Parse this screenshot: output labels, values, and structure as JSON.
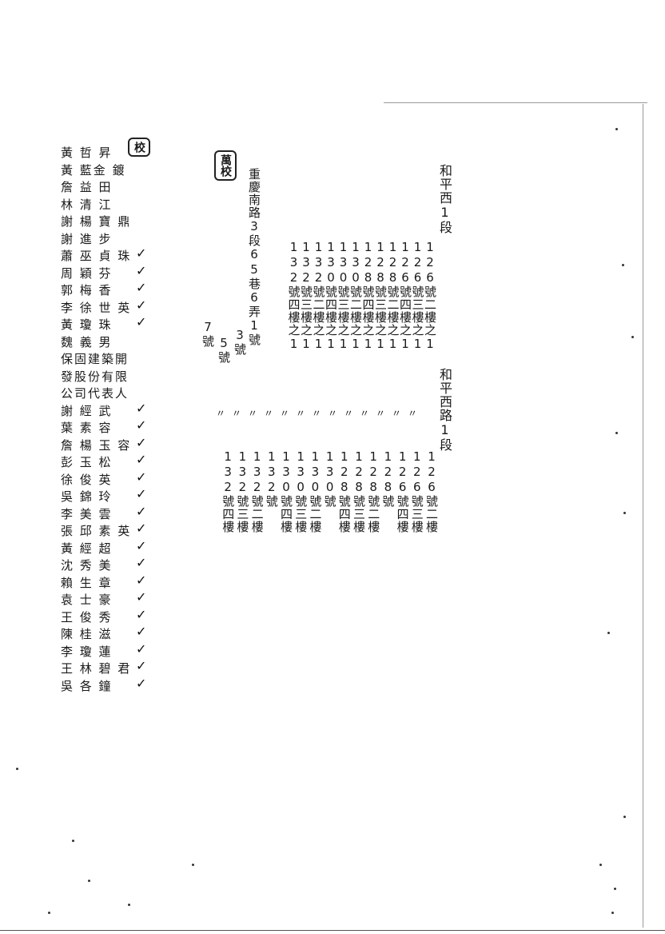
{
  "left_stamp": "校",
  "right_stamp": "萬校",
  "names": [
    "黃 哲 昇",
    "黃 藍金 鍍",
    "詹 益 田",
    "林 清 江",
    "謝 楊 寶 鼎",
    "謝 進 步",
    "蕭 巫 貞 珠",
    "周 穎 芬",
    "郭 梅 香",
    "李 徐 世 英",
    "黃 瓊 珠",
    "魏 義 男",
    "保固建築開",
    "發股份有限",
    "公司代表人",
    "謝 經 武",
    "葉 素 容",
    "詹 楊 玉 容",
    "彭 玉 松",
    "徐 俊 英",
    "吳 錦 玲",
    "李 美 雲",
    "張 邱 素 英",
    "黃 經 超",
    "沈 秀 美",
    "賴 生 章",
    "袁 士 豪",
    "王 俊 秀",
    "陳 桂 滋",
    "李 瓊 蓮",
    "王 林 碧 君",
    "吳 各 鐘"
  ],
  "address_header_left": "和平西1段",
  "address_col_a": [
    "126號二樓之1",
    "126號三樓之1",
    "126號四樓之1",
    "128號二樓之1",
    "128號三樓之1",
    "128號四樓之1",
    "130號二樓之1",
    "130號三樓之1",
    "130號四樓之1",
    "132號二樓之1",
    "132號三樓之1",
    "132號四樓之1"
  ],
  "address_extra": "重慶南路3段65巷6弄1號",
  "extra_numbers": [
    "3號",
    "5號",
    "7號"
  ],
  "address_header_right": "和平西路1段",
  "address_col_b": [
    "126號二樓",
    "126號三樓",
    "126號四樓",
    "128號",
    "128號二樓",
    "128號三樓",
    "128號四樓",
    "130號",
    "130號二樓",
    "130號三樓",
    "130號四樓",
    "132號",
    "132號二樓",
    "132號三樓",
    "132號四樓"
  ],
  "ditto_mark": "〃"
}
